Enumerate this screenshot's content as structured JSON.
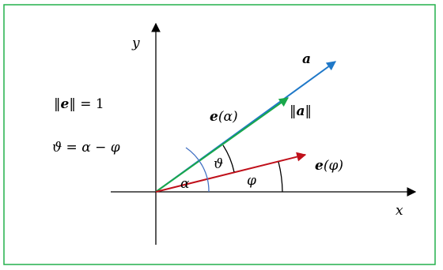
{
  "axes": {
    "x_label": "x",
    "y_label": "y"
  },
  "vectors": {
    "a": {
      "label": "a",
      "color": "#1f78c8"
    },
    "e_alpha": {
      "label_func": "e",
      "label_arg": "(α)",
      "color": "#19a84a"
    },
    "e_phi": {
      "label_func": "e",
      "label_arg": "(φ)",
      "color": "#c0101a"
    }
  },
  "norm_a": {
    "open": "‖",
    "sym": "a",
    "close": "‖"
  },
  "angles": {
    "alpha": "α",
    "phi": "φ",
    "theta": "ϑ"
  },
  "equations": {
    "norm_e": {
      "open": "‖",
      "sym": "e",
      "rest": "‖ = 1"
    },
    "theta_def": "ϑ = α − φ"
  },
  "colors": {
    "frame": "#22b14c",
    "axis": "#000000",
    "arc_alpha": "#4472c4"
  }
}
